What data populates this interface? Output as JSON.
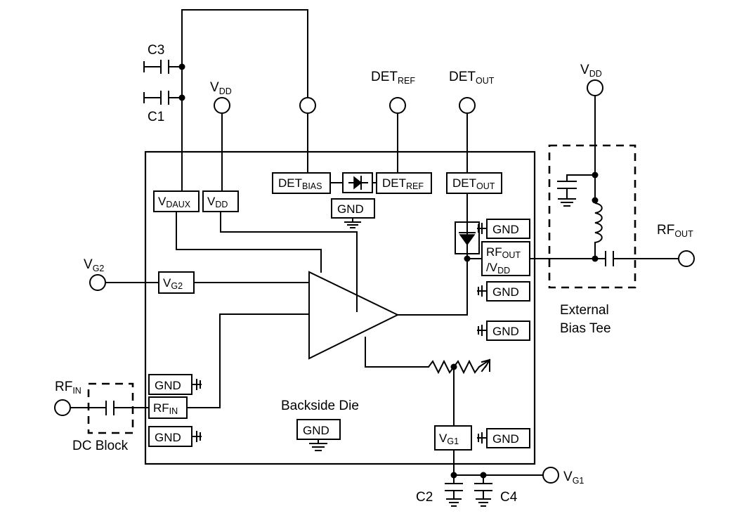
{
  "diagram": {
    "title": "RF amplifier die application schematic",
    "external_components": {
      "c3": "C3",
      "c1": "C1",
      "c2": "C2",
      "c4": "C4"
    },
    "external_ports": [
      {
        "name": "vdd_top_left",
        "label_main": "V",
        "label_sub": "DD"
      },
      {
        "name": "det_bias_port",
        "label_main": "",
        "label_sub": ""
      },
      {
        "name": "det_ref_port",
        "label_main": "DET",
        "label_sub": "REF"
      },
      {
        "name": "det_out_port",
        "label_main": "DET",
        "label_sub": "OUT"
      },
      {
        "name": "vdd_bias_tee",
        "label_main": "V",
        "label_sub": "DD"
      },
      {
        "name": "rf_out_port",
        "label_main": "RF",
        "label_sub": "OUT"
      },
      {
        "name": "vg2_port",
        "label_main": "V",
        "label_sub": "G2"
      },
      {
        "name": "rf_in_port",
        "label_main": "RF",
        "label_sub": "IN"
      },
      {
        "name": "vg1_port",
        "label_main": "V",
        "label_sub": "G1"
      }
    ],
    "die_pads": [
      {
        "name": "vdaux-pad",
        "main": "V",
        "sub": "DAUX"
      },
      {
        "name": "vdd-pad",
        "main": "V",
        "sub": "DD"
      },
      {
        "name": "detbias-pad",
        "main": "DET",
        "sub": "BIAS"
      },
      {
        "name": "detref-pad",
        "main": "DET",
        "sub": "REF"
      },
      {
        "name": "detout-pad",
        "main": "DET",
        "sub": "OUT"
      },
      {
        "name": "gnd-pad-detbias",
        "main": "GND",
        "sub": ""
      },
      {
        "name": "gnd-pad-rfout-upper",
        "main": "GND",
        "sub": ""
      },
      {
        "name": "rfout-vdd-pad",
        "main": "RF",
        "sub": "OUT"
      },
      {
        "name": "rfout-vdd-pad-line2",
        "main": "/V",
        "sub": "DD"
      },
      {
        "name": "gnd-pad-rfout-lower1",
        "main": "GND",
        "sub": ""
      },
      {
        "name": "gnd-pad-rfout-lower2",
        "main": "GND",
        "sub": ""
      },
      {
        "name": "vg2-pad",
        "main": "V",
        "sub": "G2"
      },
      {
        "name": "gnd-pad-rfin-upper",
        "main": "GND",
        "sub": ""
      },
      {
        "name": "rfin-pad",
        "main": "RF",
        "sub": "IN"
      },
      {
        "name": "gnd-pad-rfin-lower",
        "main": "GND",
        "sub": ""
      },
      {
        "name": "vg1-pad",
        "main": "V",
        "sub": "G1"
      },
      {
        "name": "gnd-pad-vg1",
        "main": "GND",
        "sub": ""
      },
      {
        "name": "backside-gnd-pad",
        "main": "GND",
        "sub": ""
      }
    ],
    "annotations": {
      "external_bias_tee_line1": "External",
      "external_bias_tee_line2": "Bias Tee",
      "dc_block": "DC Block",
      "backside_die": "Backside Die"
    },
    "colors": {
      "line": "#000000",
      "background": "#ffffff",
      "pad_fill": "#ffffff"
    }
  }
}
